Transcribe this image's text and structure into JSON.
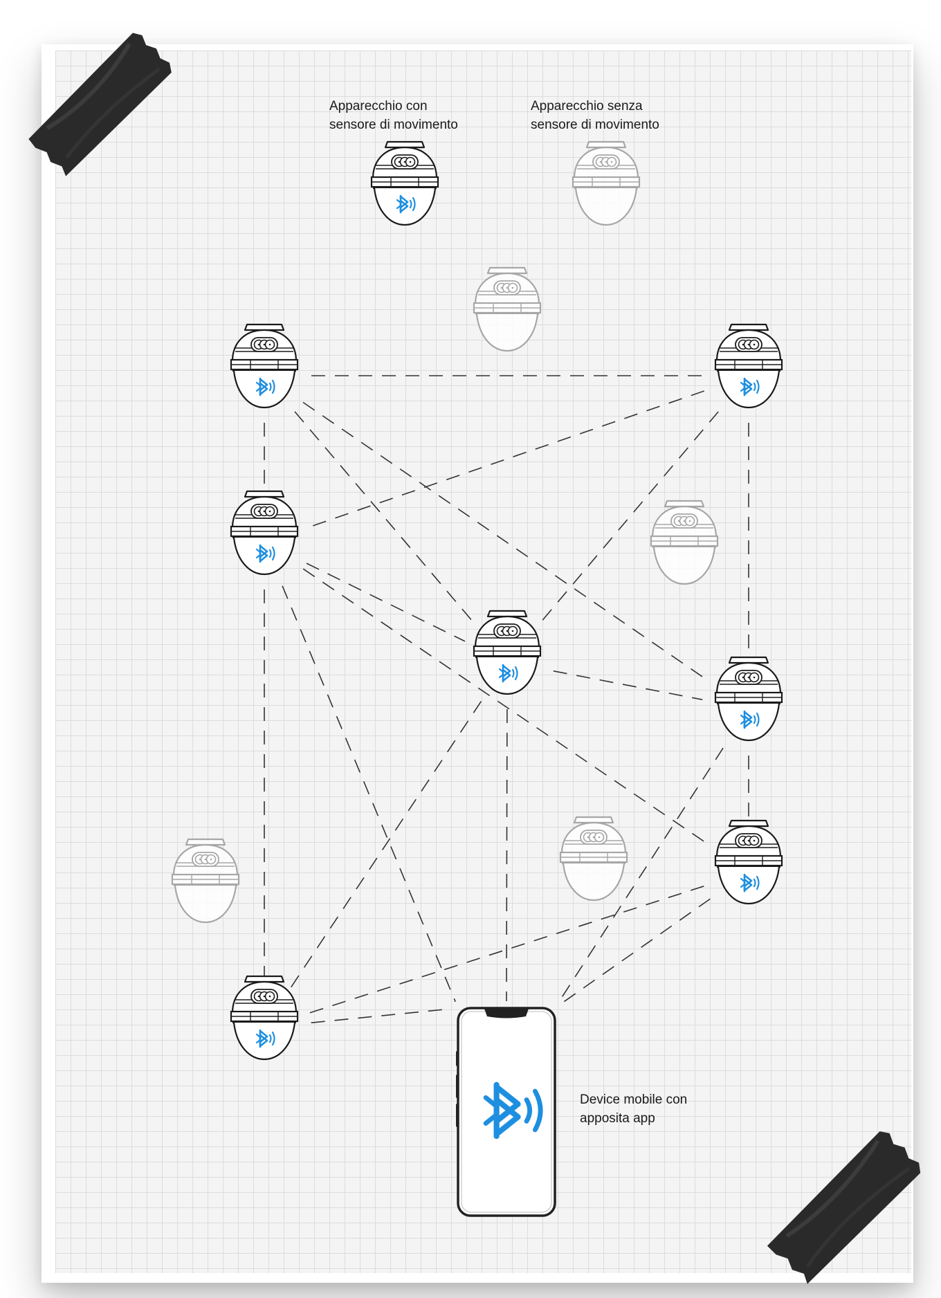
{
  "labels": {
    "with_sensor": "Apparecchio con\nsensore di movimento",
    "without_sensor": "Apparecchio senza\nsensore di movimento",
    "mobile": "Device mobile con\napposita app"
  },
  "legend": [
    {
      "kind": "with-sensor",
      "id": "legend-with"
    },
    {
      "kind": "without-sensor",
      "id": "legend-without"
    }
  ],
  "nodes": [
    {
      "id": "n1",
      "kind": "with-sensor"
    },
    {
      "id": "n2",
      "kind": "with-sensor"
    },
    {
      "id": "n3",
      "kind": "with-sensor"
    },
    {
      "id": "n4",
      "kind": "with-sensor"
    },
    {
      "id": "n5",
      "kind": "with-sensor"
    },
    {
      "id": "n6",
      "kind": "with-sensor"
    },
    {
      "id": "n7",
      "kind": "with-sensor"
    },
    {
      "id": "g1",
      "kind": "without-sensor"
    },
    {
      "id": "g2",
      "kind": "without-sensor"
    },
    {
      "id": "g3",
      "kind": "without-sensor"
    },
    {
      "id": "g4",
      "kind": "without-sensor"
    },
    {
      "id": "phone",
      "kind": "mobile-device"
    }
  ],
  "links": [
    [
      "n1",
      "n2"
    ],
    [
      "n1",
      "n3"
    ],
    [
      "n1",
      "n4"
    ],
    [
      "n1",
      "n5"
    ],
    [
      "n2",
      "n3"
    ],
    [
      "n2",
      "n4"
    ],
    [
      "n2",
      "n5"
    ],
    [
      "n3",
      "n4"
    ],
    [
      "n3",
      "n6"
    ],
    [
      "n3",
      "n7"
    ],
    [
      "n3",
      "phone"
    ],
    [
      "n4",
      "n5"
    ],
    [
      "n4",
      "n7"
    ],
    [
      "n4",
      "phone"
    ],
    [
      "n5",
      "n6"
    ],
    [
      "n5",
      "phone"
    ],
    [
      "n6",
      "n7"
    ],
    [
      "n6",
      "phone"
    ],
    [
      "n7",
      "phone"
    ]
  ],
  "colors": {
    "bluetooth": "#1e8fe0",
    "device_line": "#1a1a1a",
    "ghost_line": "#9a9a9a",
    "link_line": "#333333",
    "tape": "#2a2a2a"
  },
  "icons": {
    "bluetooth": "bluetooth-icon",
    "sensor": "motion-sensor-icon",
    "phone": "smartphone-icon"
  }
}
